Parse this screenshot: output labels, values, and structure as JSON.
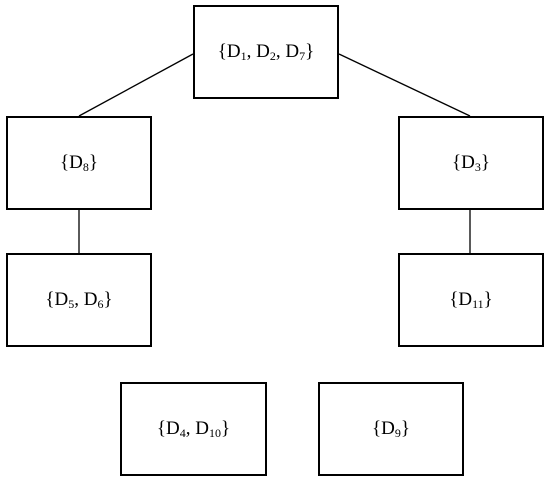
{
  "diagram": {
    "type": "tree",
    "nodes": [
      {
        "id": "d127",
        "items": [
          {
            "base": "D",
            "sub": "1"
          },
          {
            "base": "D",
            "sub": "2"
          },
          {
            "base": "D",
            "sub": "7"
          }
        ]
      },
      {
        "id": "d8",
        "items": [
          {
            "base": "D",
            "sub": "8"
          }
        ]
      },
      {
        "id": "d3",
        "items": [
          {
            "base": "D",
            "sub": "3"
          }
        ]
      },
      {
        "id": "d56",
        "items": [
          {
            "base": "D",
            "sub": "5"
          },
          {
            "base": "D",
            "sub": "6"
          }
        ]
      },
      {
        "id": "d11",
        "items": [
          {
            "base": "D",
            "sub": "11"
          }
        ]
      },
      {
        "id": "d410",
        "items": [
          {
            "base": "D",
            "sub": "4"
          },
          {
            "base": "D",
            "sub": "10"
          }
        ]
      },
      {
        "id": "d9",
        "items": [
          {
            "base": "D",
            "sub": "9"
          }
        ]
      }
    ],
    "edges": [
      {
        "from": "d127",
        "to": "d8"
      },
      {
        "from": "d127",
        "to": "d3"
      },
      {
        "from": "d8",
        "to": "d56"
      },
      {
        "from": "d3",
        "to": "d11"
      }
    ],
    "line_color": "#000000",
    "box_border_color": "#000000"
  }
}
